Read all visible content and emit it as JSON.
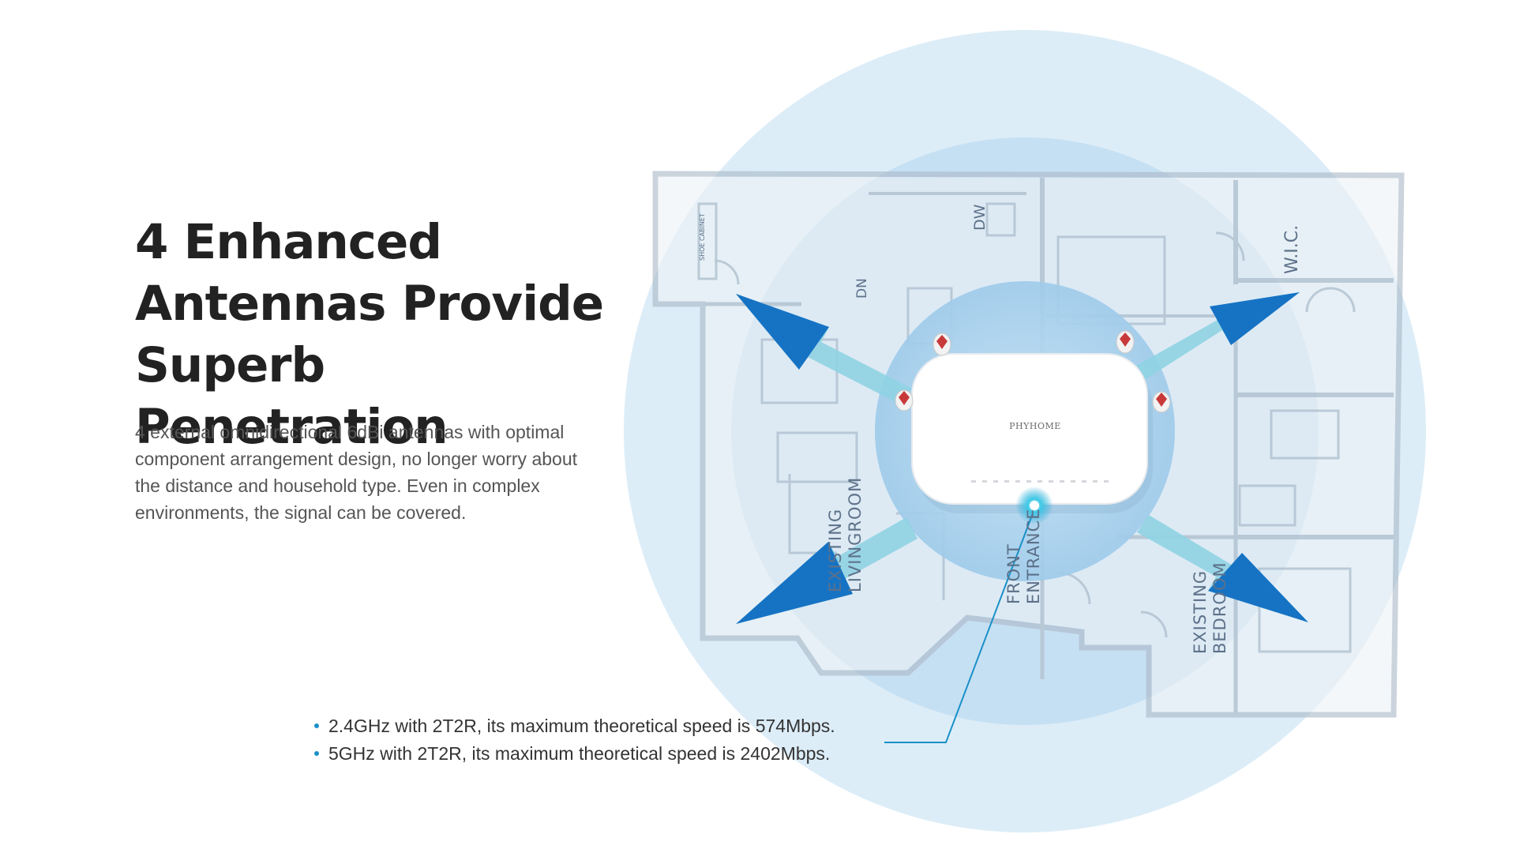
{
  "headline": {
    "line1": "4 Enhanced",
    "line2": "Antennas Provide",
    "line3": "Superb Penetration"
  },
  "description": {
    "line1": "4 external omnidirectional 6dBi antennas with optimal",
    "line2": "component arrangement design, no longer worry about",
    "line3": "the distance and household type. Even in complex",
    "line4": "environments, the signal can be covered."
  },
  "specs": [
    "2.4GHz with 2T2R, its maximum theoretical speed is 574Mbps.",
    "5GHz with 2T2R, its maximum theoretical speed is 2402Mbps."
  ],
  "router": {
    "brand": "PHYHOME"
  },
  "floor_plan": {
    "rooms": {
      "living_line1": "EXISTING",
      "living_line2": "LIVINGROOM",
      "entrance_line1": "FRONT",
      "entrance_line2": "ENTRANCE",
      "bedroom_line1": "EXISTING",
      "bedroom_line2": "BEDROOM"
    },
    "labels": {
      "dn": "DN",
      "dw": "DW",
      "wic": "W.I.C.",
      "shoe_cabinet": "SHOE CABINET"
    }
  },
  "colors": {
    "accent": "#1a90c8",
    "signal_light": "#d9ecf7",
    "signal_mid": "#b9daf0",
    "signal_core": "#9fcbea",
    "arrow": "#1673c4",
    "headline": "#222222",
    "body_text": "#555555"
  }
}
